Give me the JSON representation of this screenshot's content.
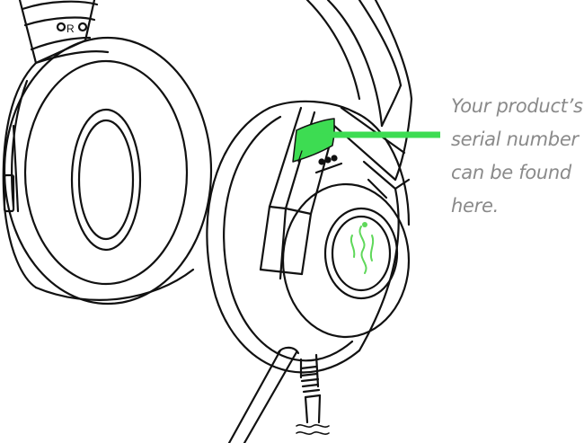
{
  "diagram": {
    "side_marker": "R",
    "callout": {
      "lines": [
        "Your product’s",
        "serial number",
        "can be found",
        "here."
      ]
    }
  },
  "colors": {
    "line": "#111111",
    "highlight_green": "#3ddc52",
    "logo_green": "#5fd85a",
    "callout_text": "#8a8a8a",
    "background": "#ffffff"
  },
  "icons": {
    "logo": "triple-snake-logo-icon",
    "wave": "wave-icon"
  }
}
